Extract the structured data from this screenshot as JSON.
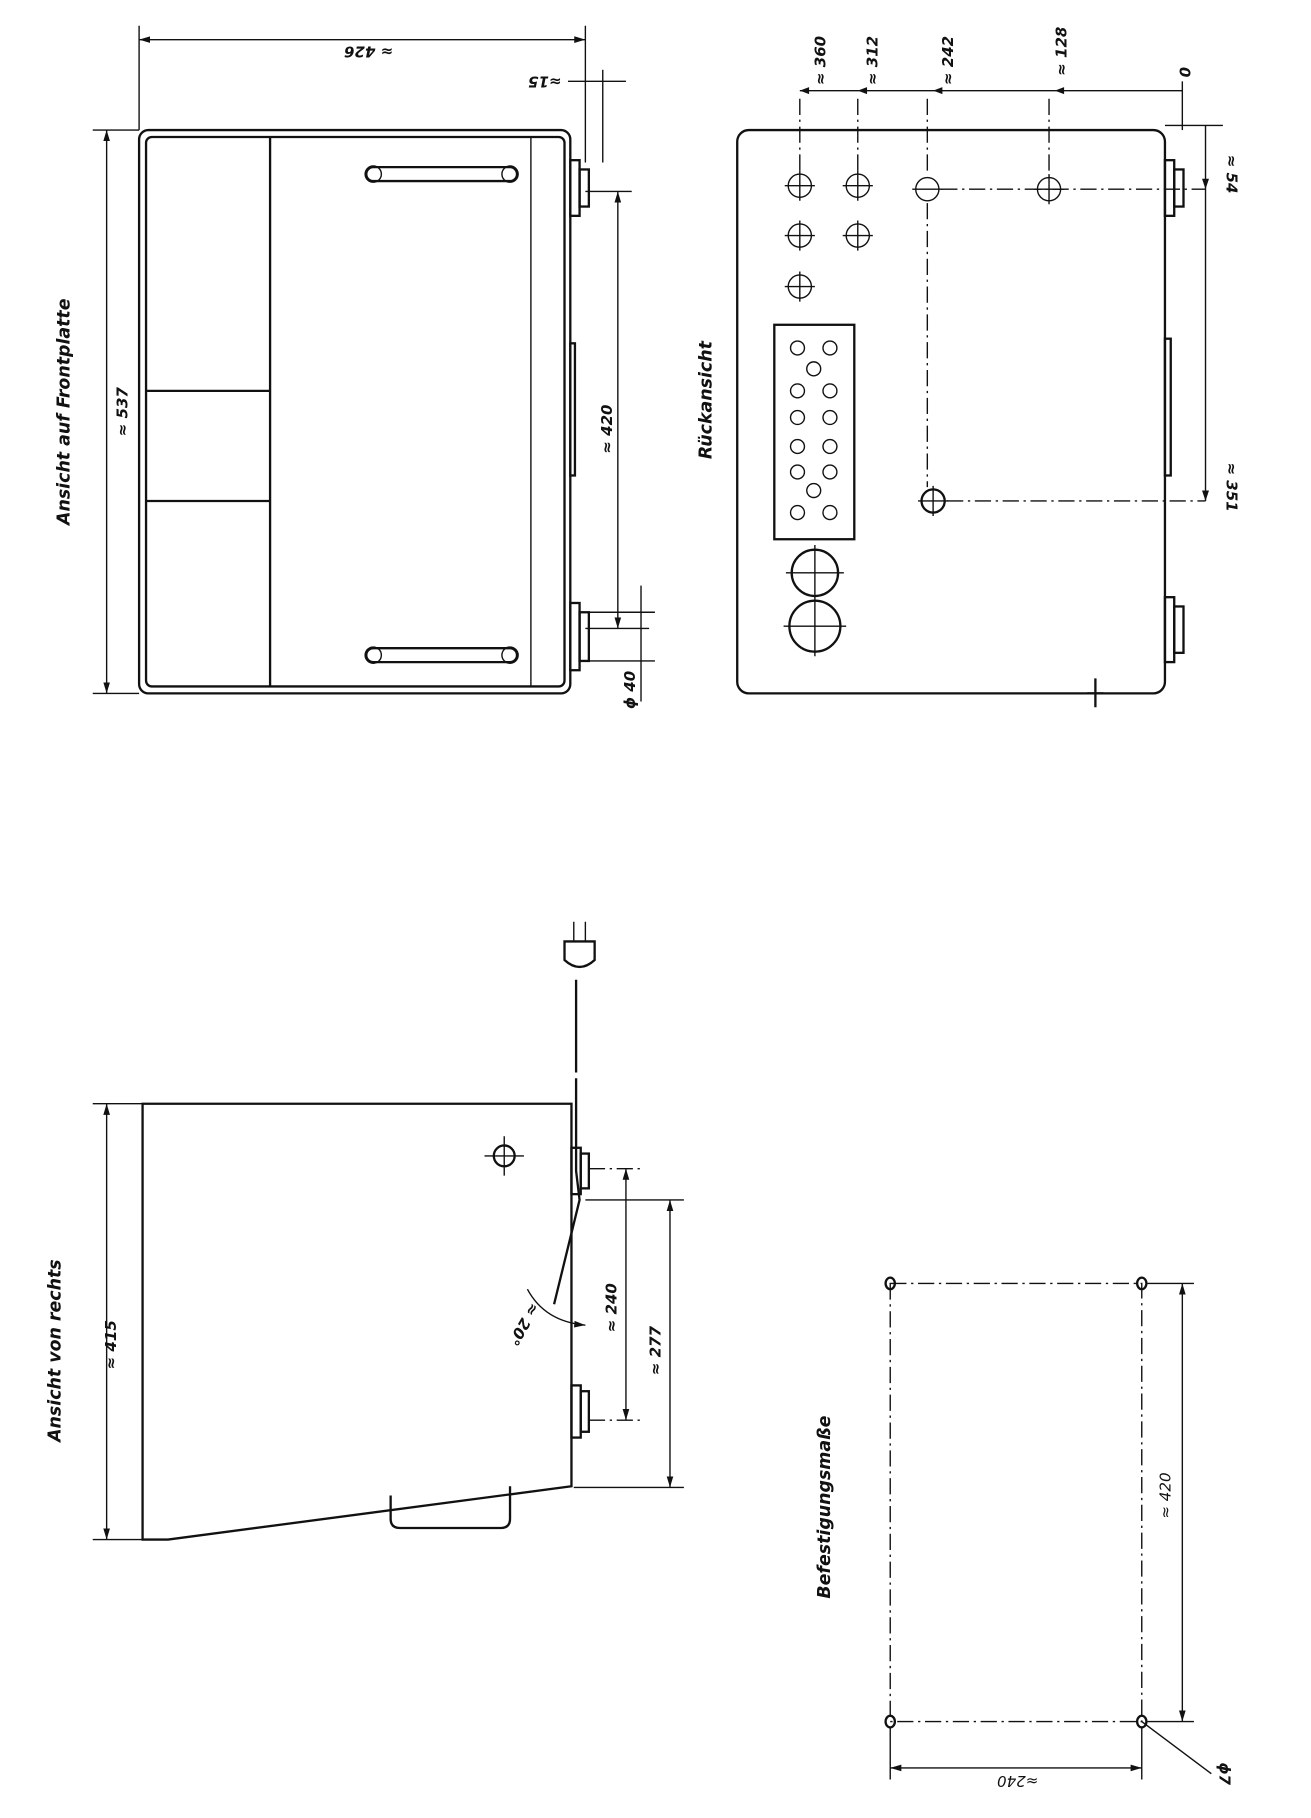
{
  "front_view": {
    "title": "Ansicht auf Frontplatte",
    "dim_width": "≈ 426",
    "dim_height": "≈ 537",
    "dim_offset": "≈15",
    "dim_knob_spacing": "≈ 420",
    "dim_knob_diameter": "ϕ 40"
  },
  "rear_view": {
    "title": "Rückansicht",
    "dims_horizontal": [
      "≈ 360",
      "≈ 312",
      "≈ 242",
      "≈ 128",
      "0"
    ],
    "dim_top": "≈ 54",
    "dim_bottom": "≈ 351"
  },
  "side_view": {
    "title": "Ansicht von rechts",
    "dim_height": "≈ 415",
    "dim_knob_spacing": "≈ 240",
    "dim_bottom": "≈ 277",
    "dim_angle": "≈ 20°"
  },
  "mounting": {
    "title": "Befestigungsmaße",
    "dim_length": "≈ 420",
    "dim_width": "≈240",
    "dim_hole": "ϕ7"
  }
}
